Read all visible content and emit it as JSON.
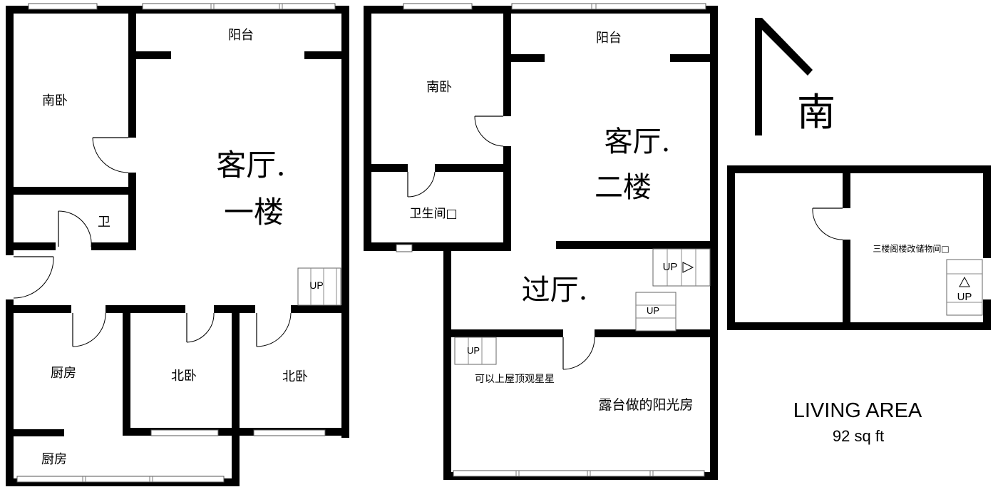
{
  "floor1": {
    "balcony": "阳台",
    "south_bedroom": "南卧",
    "living_room": "客厅.",
    "floor_name": "一楼",
    "bathroom": "卫",
    "stairs_up": "UP",
    "kitchen": "厨房",
    "kitchen2": "厨房",
    "north_bedroom_1": "北卧",
    "north_bedroom_2": "北卧"
  },
  "floor2": {
    "balcony": "阳台",
    "south_bedroom": "南卧",
    "living_room": "客厅.",
    "floor_name": "二楼",
    "bathroom": "卫生间□",
    "hall": "过厅.",
    "stairs_up_1": "UP",
    "stairs_up_2": "UP",
    "stairs_up_3": "UP",
    "roof_note": "可以上屋顶观星星",
    "sunroom": "露台做的阳光房"
  },
  "floor3": {
    "storage": "三楼阁楼改储物间□",
    "stairs_up": "UP"
  },
  "compass": {
    "label": "南"
  },
  "area": {
    "title": "LIVING AREA",
    "value": "92 sq ft"
  }
}
